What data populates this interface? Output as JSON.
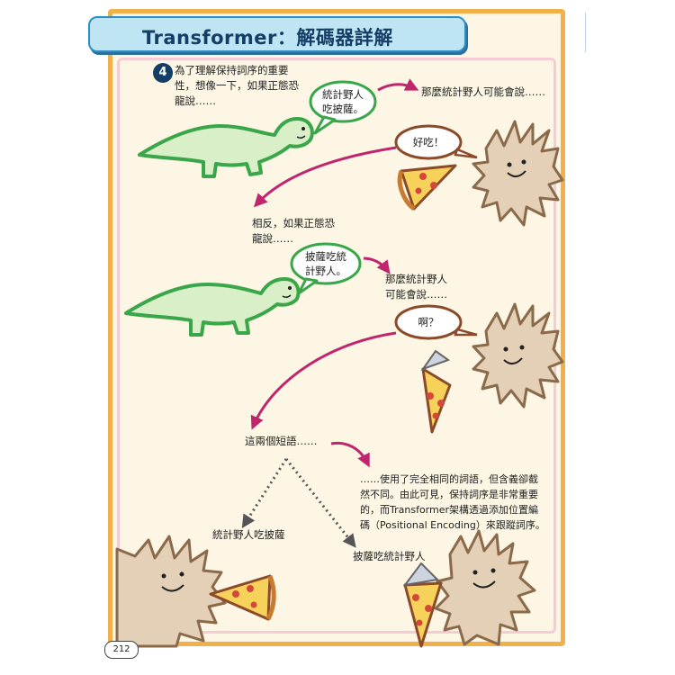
{
  "title": "Transformer：解碼器詳解",
  "step_number": "4",
  "intro_lines": [
    "為了理解保持詞序的重要",
    "性，想像一下，如果正態恐",
    "龍說……"
  ],
  "dino1_speech_lines": [
    "統計野人",
    "吃披薩。"
  ],
  "reply1_lead": "那麼統計野人可能會說……",
  "reply1_speech": "好吃！",
  "contrast_lines": [
    "相反，如果正態恐",
    "龍說……"
  ],
  "dino2_speech_lines": [
    "披薩吃統",
    "計野人。"
  ],
  "reply2_lead_lines": [
    "那麼統計野人",
    "可能會說……"
  ],
  "reply2_speech": "啊？",
  "phrases_label": "這兩個短語……",
  "conclusion_lines": [
    "……使用了完全相同的詞語，但含義卻截",
    "然不同。由此可見，保持詞序是非常重要",
    "的，而Transformer架構透過添加位置編",
    "碼（Positional Encoding）來跟蹤詞序。"
  ],
  "phrase_a": "統計野人吃披薩",
  "phrase_b": "披薩吃統計野人",
  "page_number": "212",
  "colors": {
    "frame": "#f2b04a",
    "title_bg": "#bfe4f4",
    "title_text": "#143e66",
    "arrow": "#c0266e",
    "dino": "#3aa64a",
    "dino_fill": "#d9efc8",
    "monster": "#8a6a4a",
    "speech_border": "#8b4a2a"
  },
  "icons": [
    "dinosaur-icon",
    "hedgehog-monster-icon",
    "pizza-slice-icon",
    "speech-bubble-icon",
    "curved-arrow-icon",
    "dotted-arrow-icon"
  ]
}
